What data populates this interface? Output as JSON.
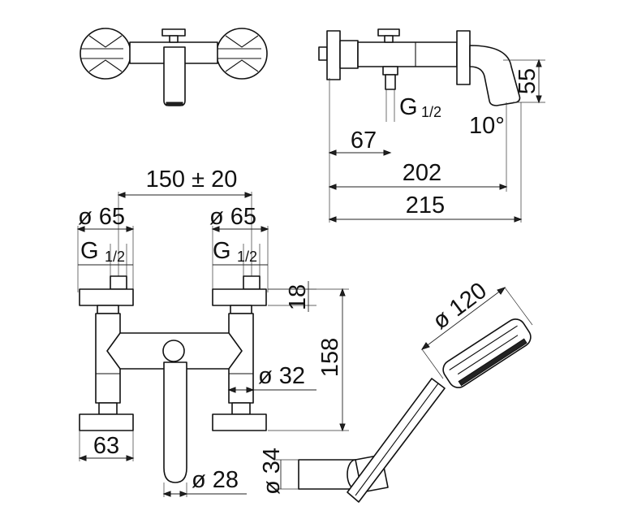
{
  "labels": {
    "top_right_height": "55",
    "top_right_thread": "G",
    "top_right_thread_frac": "1/2",
    "top_right_angle": "10°",
    "top_right_inlet": "67",
    "top_right_length1": "202",
    "top_right_length2": "215",
    "center_distance": "150 ± 20",
    "left_handle_dia": "ø 65",
    "right_handle_dia": "ø 65",
    "left_thread": "G",
    "left_thread_frac": "1/2",
    "right_thread": "G",
    "right_thread_frac": "1/2",
    "handle_height": "18",
    "overall_height": "158",
    "body_dia": "ø 32",
    "base_width": "63",
    "spout_dia": "ø 28",
    "shower_dia": "ø 120",
    "holder_dia": "ø 34"
  }
}
